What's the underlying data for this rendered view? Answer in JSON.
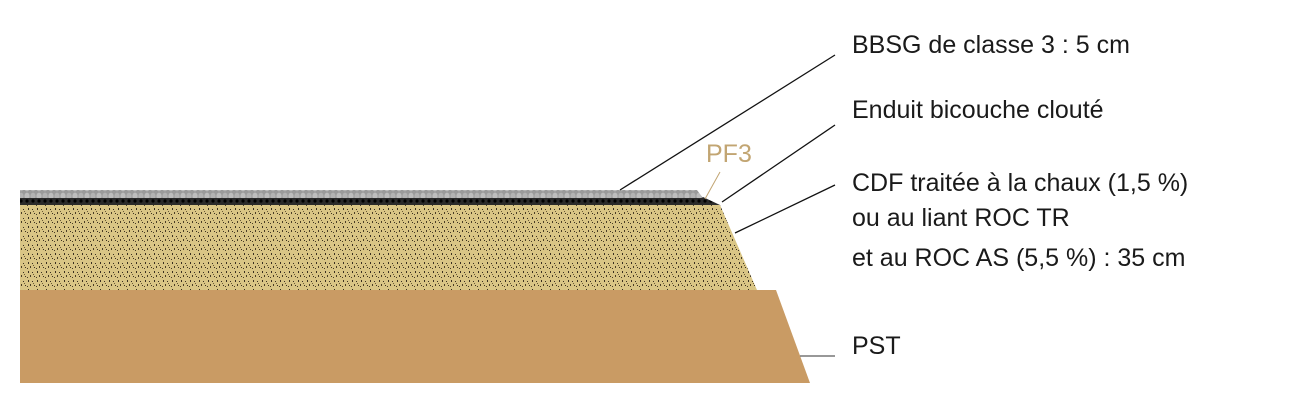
{
  "labels": {
    "bbsg": "BBSG de classe 3 : 5 cm",
    "enduit": "Enduit bicouche clouté",
    "cdf_line1": "CDF traitée à la chaux (1,5 %)",
    "cdf_line2": "ou au liant ROC TR",
    "cdf_line3": "et au ROC AS (5,5 %) : 35 cm",
    "pst": "PST",
    "pf3": "PF3"
  },
  "colors": {
    "bbsg": "#a8a8a8",
    "enduit": "#1a1a1a",
    "cdf": "#d8c487",
    "pst": "#c99b64",
    "pf3": "#c2a572"
  }
}
